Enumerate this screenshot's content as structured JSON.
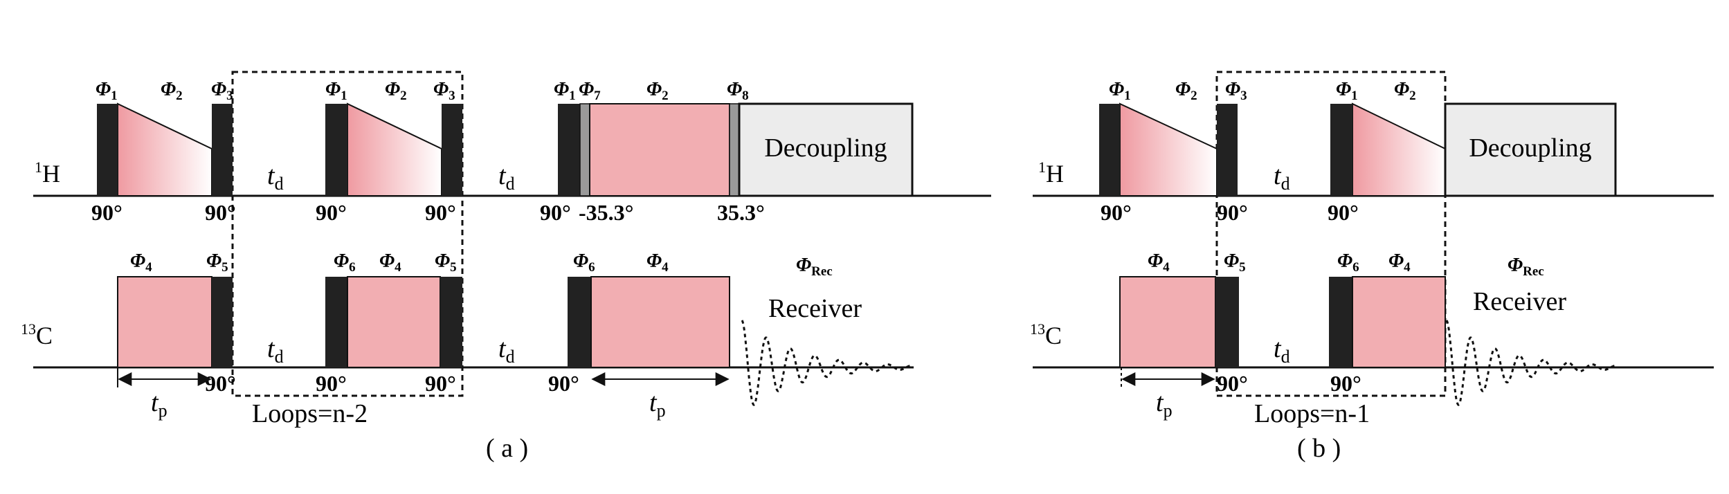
{
  "colors": {
    "pulse_black": "#222222",
    "spinlock_pink": "#f2aeb2",
    "gradient_start": "#ef9aa1",
    "gradient_end": "#ffffff",
    "short_pulse_gray": "#9a9a9a",
    "decoupling_fill": "#ececec",
    "line": "#111111"
  },
  "panel_a": {
    "caption": "( a )",
    "channel_h": {
      "mass": "1",
      "symbol": "H"
    },
    "channel_c": {
      "mass": "13",
      "symbol": "C"
    },
    "phases": {
      "h1": {
        "sym": "Φ",
        "sub": "1"
      },
      "h2": {
        "sym": "Φ",
        "sub": "2"
      },
      "h3": {
        "sym": "Φ",
        "sub": "3"
      },
      "h4": {
        "sym": "Φ",
        "sub": "1"
      },
      "h5": {
        "sym": "Φ",
        "sub": "2"
      },
      "h6": {
        "sym": "Φ",
        "sub": "3"
      },
      "h7": {
        "sym": "Φ",
        "sub": "1"
      },
      "h8": {
        "sym": "Φ",
        "sub": "7"
      },
      "h9": {
        "sym": "Φ",
        "sub": "2"
      },
      "h10": {
        "sym": "Φ",
        "sub": "8"
      },
      "c1": {
        "sym": "Φ",
        "sub": "4"
      },
      "c2": {
        "sym": "Φ",
        "sub": "5"
      },
      "c3": {
        "sym": "Φ",
        "sub": "6"
      },
      "c4": {
        "sym": "Φ",
        "sub": "4"
      },
      "c5": {
        "sym": "Φ",
        "sub": "5"
      },
      "c6": {
        "sym": "Φ",
        "sub": "6"
      },
      "c7": {
        "sym": "Φ",
        "sub": "4"
      },
      "rec": {
        "sym": "Φ",
        "sub": "Rec"
      }
    },
    "angles": {
      "h1": "90°",
      "h2": "90°",
      "h3": "90°",
      "h4": "90°",
      "h5": "90°",
      "h6": "-35.3°",
      "h7": "35.3°",
      "c1": "90°",
      "c2": "90°",
      "c3": "90°",
      "c4": "90°"
    },
    "decoupling": "Decoupling",
    "receiver": "Receiver",
    "loops": "Loops=n-2",
    "td": {
      "t": "t",
      "sub": "d"
    },
    "tp": {
      "t": "t",
      "sub": "p"
    }
  },
  "panel_b": {
    "caption": "( b )",
    "channel_h": {
      "mass": "1",
      "symbol": "H"
    },
    "channel_c": {
      "mass": "13",
      "symbol": "C"
    },
    "phases": {
      "h1": {
        "sym": "Φ",
        "sub": "1"
      },
      "h2": {
        "sym": "Φ",
        "sub": "2"
      },
      "h3": {
        "sym": "Φ",
        "sub": "3"
      },
      "h4": {
        "sym": "Φ",
        "sub": "1"
      },
      "h5": {
        "sym": "Φ",
        "sub": "2"
      },
      "c1": {
        "sym": "Φ",
        "sub": "4"
      },
      "c2": {
        "sym": "Φ",
        "sub": "5"
      },
      "c3": {
        "sym": "Φ",
        "sub": "6"
      },
      "c4": {
        "sym": "Φ",
        "sub": "4"
      },
      "rec": {
        "sym": "Φ",
        "sub": "Rec"
      }
    },
    "angles": {
      "h1": "90°",
      "h2": "90°",
      "h3": "90°",
      "c1": "90°",
      "c2": "90°"
    },
    "decoupling": "Decoupling",
    "receiver": "Receiver",
    "loops": "Loops=n-1",
    "td": {
      "t": "t",
      "sub": "d"
    },
    "tp": {
      "t": "t",
      "sub": "p"
    }
  }
}
